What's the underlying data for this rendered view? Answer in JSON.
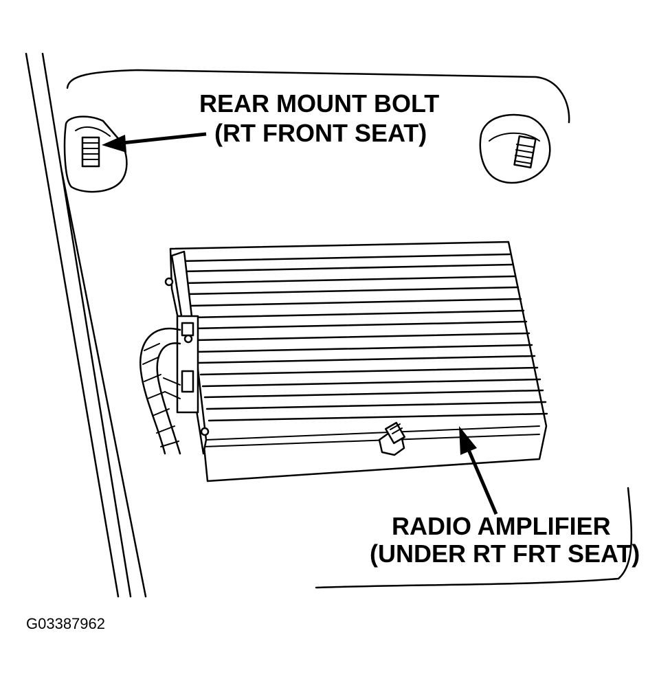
{
  "labels": {
    "rear_mount_bolt_line1": "REAR MOUNT BOLT",
    "rear_mount_bolt_line2": "(RT FRONT SEAT)",
    "radio_amplifier_line1": "RADIO AMPLIFIER",
    "radio_amplifier_line2": "(UNDER RT FRT SEAT)",
    "figure_id": "G03387962"
  },
  "colors": {
    "ink": "#000000",
    "paper": "#ffffff"
  }
}
